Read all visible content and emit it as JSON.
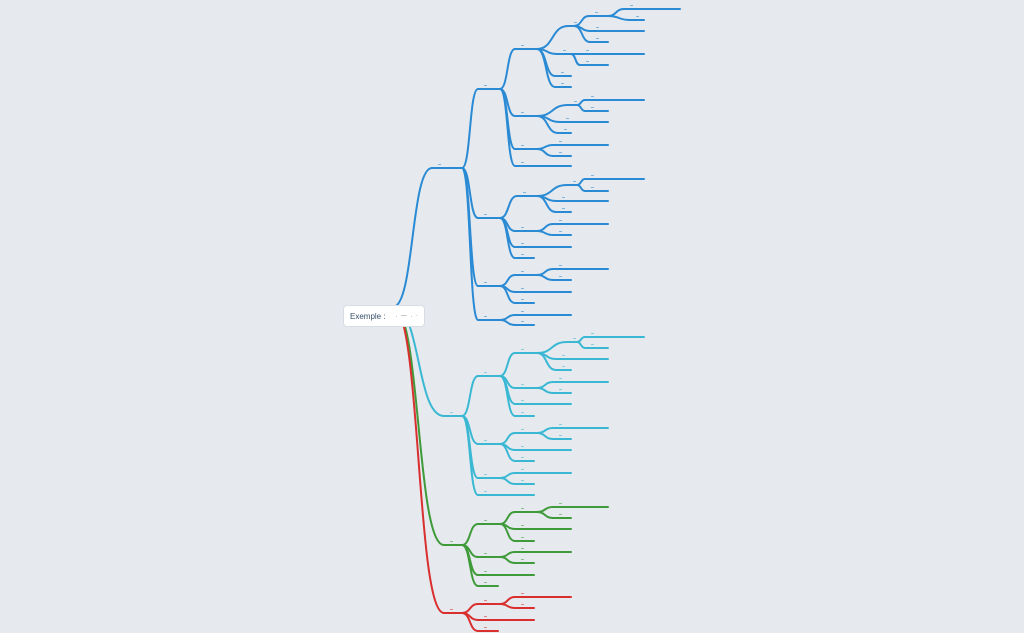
{
  "root": {
    "label": "Exemple :",
    "suffix": ". — . ·"
  },
  "branches": [
    {
      "name": "branch-blue",
      "color": "#2a8ad4"
    },
    {
      "name": "branch-cyan",
      "color": "#3ab8d3"
    },
    {
      "name": "branch-green",
      "color": "#3f9a3a"
    },
    {
      "name": "branch-red",
      "color": "#d92f2f"
    }
  ]
}
